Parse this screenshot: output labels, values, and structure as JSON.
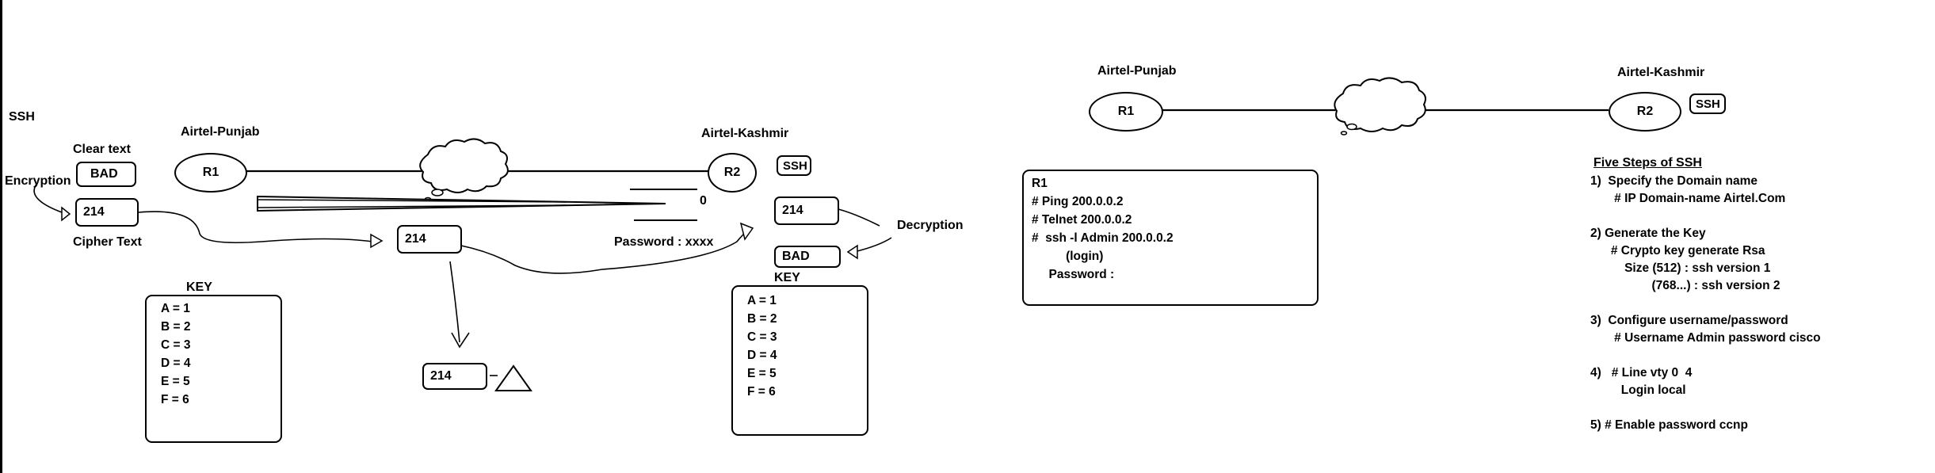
{
  "left": {
    "title": "SSH",
    "clear_text_label": "Clear text",
    "encryption_label": "Encryption",
    "cipher_text_label": "Cipher Text",
    "decryption_label": "Decryption",
    "password_label": "Password : xxxx",
    "zero_label": "0",
    "router1": {
      "site": "Airtel-Punjab",
      "name": "R1"
    },
    "router2": {
      "site": "Airtel-Kashmir",
      "name": "R2",
      "badge": "SSH"
    },
    "clear_box": "BAD",
    "cipher_box": "214",
    "transit_box": "214",
    "intercept_box": "214",
    "r2_cipher_box": "214",
    "r2_clear_box": "BAD",
    "key_left": {
      "title": "KEY",
      "lines": [
        "A = 1",
        "B = 2",
        "C = 3",
        "D = 4",
        "E = 5",
        "F = 6"
      ]
    },
    "key_right": {
      "title": "KEY",
      "lines": [
        "A = 1",
        "B = 2",
        "C = 3",
        "D = 4",
        "E = 5",
        "F = 6"
      ]
    }
  },
  "right": {
    "router1": {
      "site": "Airtel-Punjab",
      "name": "R1"
    },
    "router2": {
      "site": "Airtel-Kashmir",
      "name": "R2",
      "badge": "SSH"
    },
    "console_lines": [
      "R1",
      "# Ping 200.0.0.2",
      "# Telnet 200.0.0.2",
      "#  ssh -l Admin 200.0.0.2",
      "          (login)",
      "     Password :"
    ],
    "steps_title": "Five Steps of SSH",
    "steps": [
      "1)  Specify the Domain name",
      "       # IP Domain-name Airtel.Com",
      "",
      "2) Generate the Key",
      "      # Crypto key generate Rsa",
      "          Size (512) : ssh version 1",
      "                  (768...) : ssh version 2",
      "",
      "3)  Configure username/password",
      "       # Username Admin password cisco",
      "",
      "4)   # Line vty 0  4",
      "         Login local",
      "",
      "5) # Enable password ccnp"
    ]
  }
}
